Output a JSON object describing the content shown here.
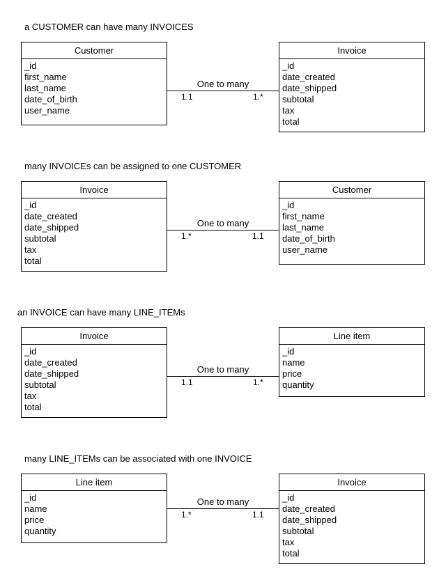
{
  "diagrams": [
    {
      "caption": "a CUSTOMER can have many INVOICES",
      "left": {
        "title": "Customer",
        "fields": [
          "_id",
          "first_name",
          "last_name",
          "date_of_birth",
          "user_name"
        ]
      },
      "right": {
        "title": "Invoice",
        "fields": [
          "_id",
          "date_created",
          "date_shipped",
          "subtotal",
          "tax",
          "total"
        ]
      },
      "relationship": {
        "label": "One to many",
        "left_cardinality": "1.1",
        "right_cardinality": "1.*"
      }
    },
    {
      "caption": "many INVOICEs can be assigned to one CUSTOMER",
      "left": {
        "title": "Invoice",
        "fields": [
          "_id",
          "date_created",
          "date_shipped",
          "subtotal",
          "tax",
          "total"
        ]
      },
      "right": {
        "title": "Customer",
        "fields": [
          "_id",
          "first_name",
          "last_name",
          "date_of_birth",
          "user_name"
        ]
      },
      "relationship": {
        "label": "One to many",
        "left_cardinality": "1.*",
        "right_cardinality": "1.1"
      }
    },
    {
      "caption": "an INVOICE can have many LINE_ITEMs",
      "left": {
        "title": "Invoice",
        "fields": [
          "_id",
          "date_created",
          "date_shipped",
          "subtotal",
          "tax",
          "total"
        ]
      },
      "right": {
        "title": "Line item",
        "fields": [
          "_id",
          "name",
          "price",
          "quantity"
        ]
      },
      "relationship": {
        "label": "One to many",
        "left_cardinality": "1.1",
        "right_cardinality": "1.*"
      }
    },
    {
      "caption": "many LINE_ITEMs can be associated with one INVOICE",
      "left": {
        "title": "Line item",
        "fields": [
          "_id",
          "name",
          "price",
          "quantity"
        ]
      },
      "right": {
        "title": "Invoice",
        "fields": [
          "_id",
          "date_created",
          "date_shipped",
          "subtotal",
          "tax",
          "total"
        ]
      },
      "relationship": {
        "label": "One to many",
        "left_cardinality": "1.*",
        "right_cardinality": "1.1"
      }
    }
  ]
}
